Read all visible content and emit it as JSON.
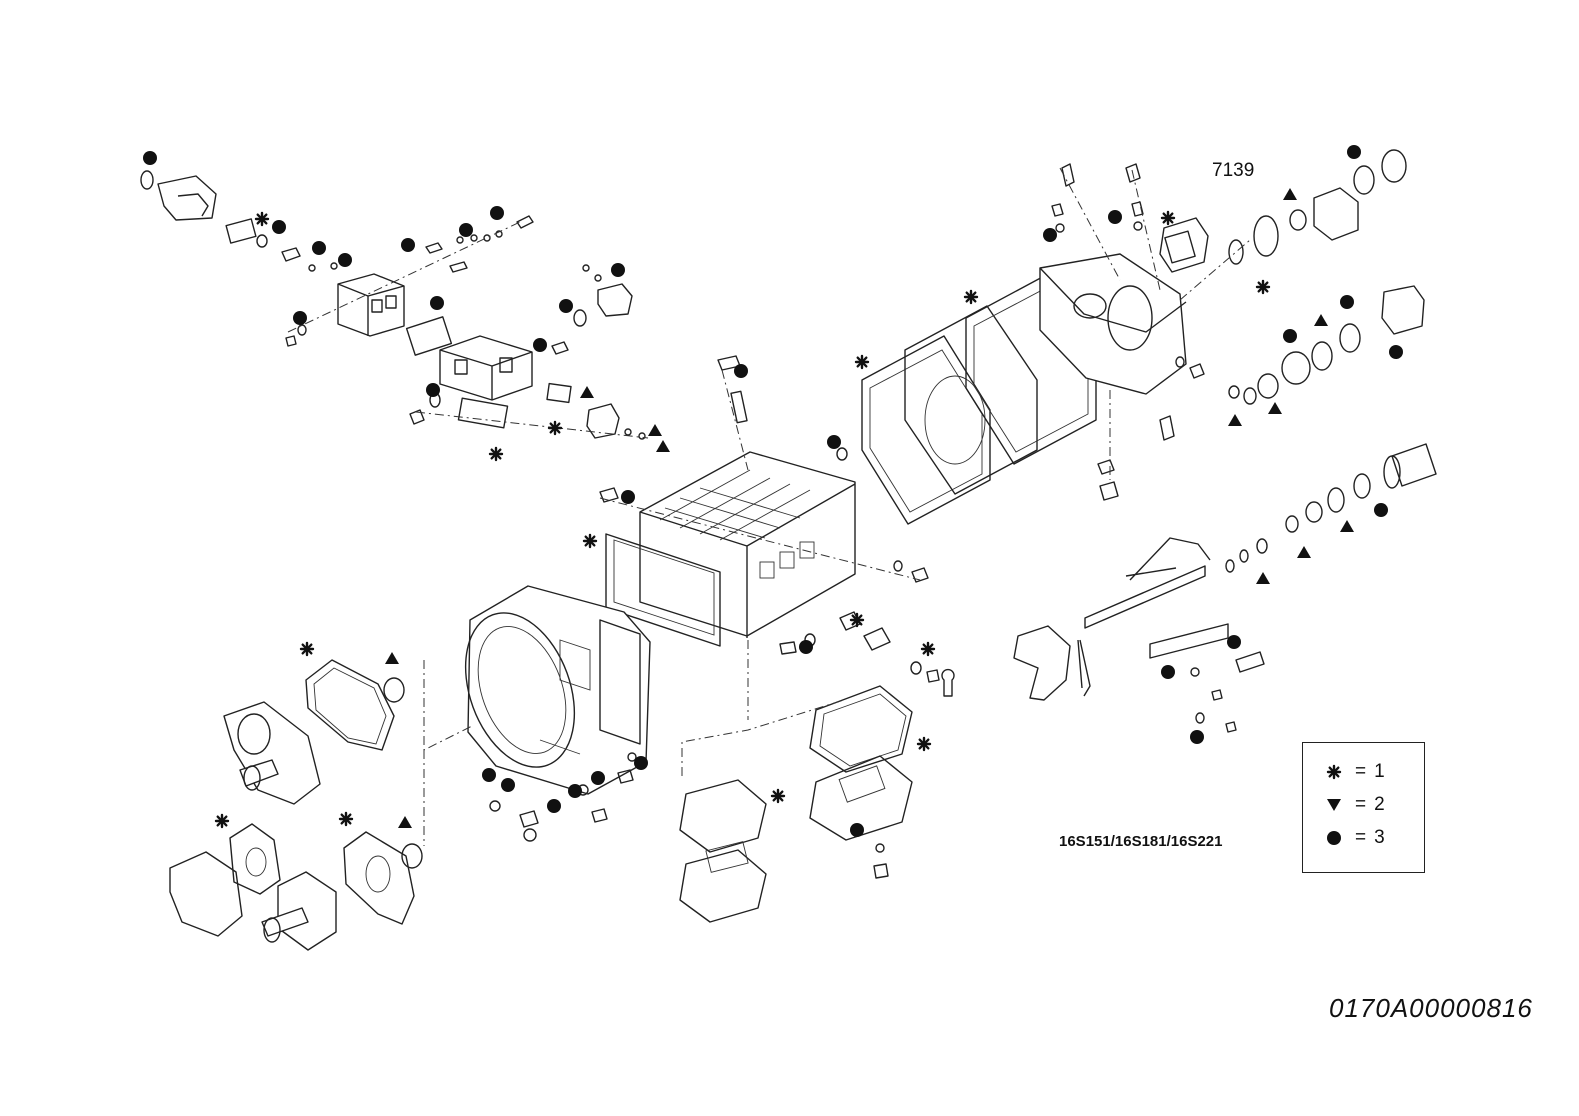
{
  "drawing_number": "7139",
  "model_label": "16S151/16S181/16S221",
  "reference_code": "0170A00000816",
  "legend": {
    "items": [
      {
        "symbol": "star-icon",
        "eq": "=",
        "value": "1"
      },
      {
        "symbol": "triangle-down-icon",
        "eq": "=",
        "value": "2"
      },
      {
        "symbol": "circle-icon",
        "eq": "=",
        "value": "3"
      }
    ]
  },
  "colors": {
    "line": "#222222",
    "background": "#ffffff",
    "marker": "#111111"
  }
}
